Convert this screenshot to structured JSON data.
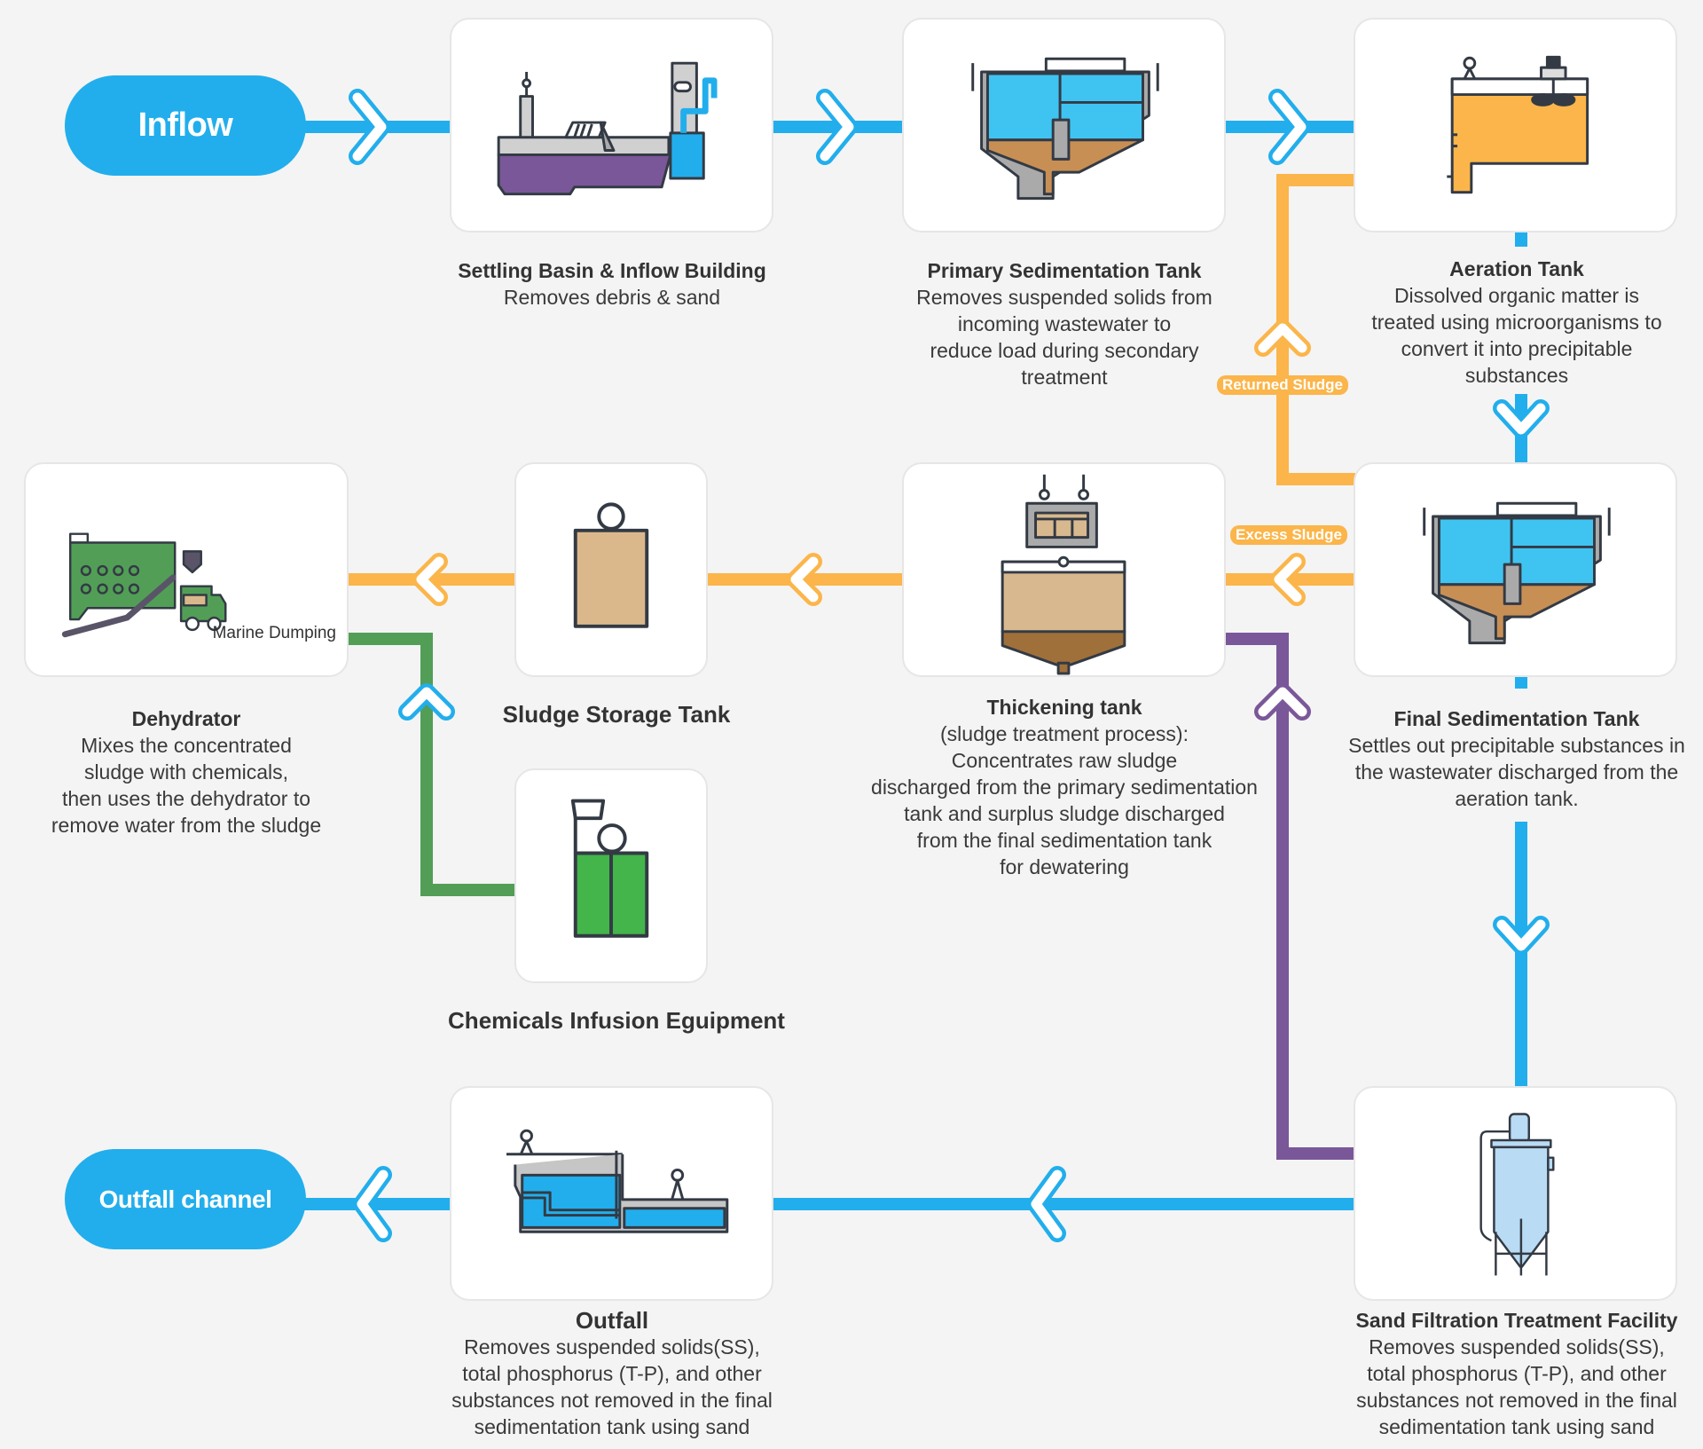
{
  "colors": {
    "background": "#f4f4f4",
    "water_flow": "#22aeec",
    "sludge_flow": "#fbb54a",
    "chemical_flow": "#529e57",
    "filter_return": "#7a5799",
    "outline": "#333a44"
  },
  "terminals": {
    "inflow": "Inflow",
    "outfall_channel": "Outfall channel"
  },
  "flow_labels": {
    "returned_sludge": "Returned Sludge",
    "excess_sludge": "Excess Sludge",
    "marine_dumping": "Marine Dumping"
  },
  "stages": {
    "settling_basin": {
      "title": "Settling Basin & Inflow Building",
      "description": "Removes debris & sand",
      "icon": "settling-basin-icon"
    },
    "primary_sedimentation": {
      "title": "Primary Sedimentation Tank",
      "description": "Removes suspended solids from\nincoming wastewater to\nreduce load during secondary\ntreatment",
      "icon": "sedimentation-tank-icon"
    },
    "aeration": {
      "title": "Aeration Tank",
      "description": "Dissolved organic matter is\ntreated using microorganisms to\nconvert it into precipitable\nsubstances",
      "icon": "aeration-tank-icon"
    },
    "final_sedimentation": {
      "title": "Final Sedimentation Tank",
      "description": "Settles out precipitable substances in\nthe wastewater discharged from the\naeration tank.",
      "icon": "sedimentation-tank-icon"
    },
    "thickening": {
      "title": "Thickening tank",
      "description": "(sludge treatment process):\nConcentrates raw sludge\ndischarged from the primary sedimentation\ntank and surplus sludge discharged\nfrom the final sedimentation tank\nfor dewatering",
      "icon": "thickening-tank-icon"
    },
    "sludge_storage": {
      "title": "Sludge Storage Tank",
      "icon": "sludge-storage-icon"
    },
    "dehydrator": {
      "title": "Dehydrator",
      "description": "Mixes the concentrated\nsludge with chemicals,\nthen uses the dehydrator to\nremove water from the sludge",
      "icon": "dehydrator-truck-icon"
    },
    "chemicals": {
      "title": "Chemicals Infusion Eguipment",
      "icon": "chemicals-infusion-icon"
    },
    "sand_filtration": {
      "title": "Sand Filtration Treatment Facility",
      "description": "Removes suspended solids(SS),\ntotal phosphorus (T-P), and other\nsubstances not removed in the final\nsedimentation tank using sand",
      "icon": "sand-filter-icon"
    },
    "outfall": {
      "title": "Outfall",
      "description": "Removes suspended solids(SS),\ntotal phosphorus (T-P), and other\nsubstances not removed in the final\nsedimentation tank using sand",
      "icon": "outfall-icon"
    }
  }
}
